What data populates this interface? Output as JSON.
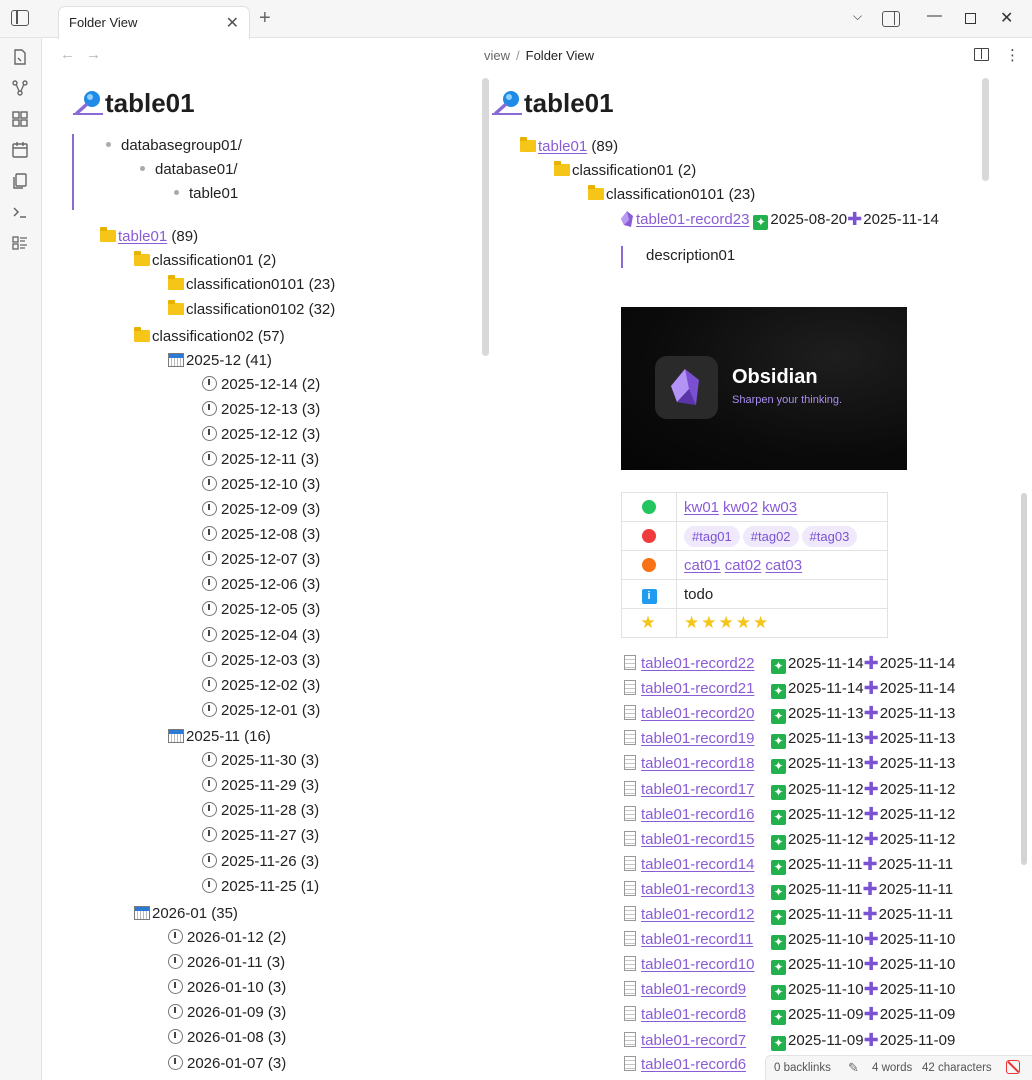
{
  "tab": {
    "title": "Folder View"
  },
  "breadcrumb": {
    "parent": "view",
    "current": "Folder View"
  },
  "left": {
    "heading": "table01",
    "path_list": [
      "databasegroup01/",
      "database01/",
      "table01"
    ],
    "tree": [
      {
        "type": "folder",
        "label": "table01",
        "count": "(89)",
        "link": true,
        "indent": 0
      },
      {
        "type": "folder",
        "label": "classification01",
        "count": "(2)",
        "indent": 1
      },
      {
        "type": "folder",
        "label": "classification0101",
        "count": "(23)",
        "indent": 2
      },
      {
        "type": "folder",
        "label": "classification0102",
        "count": "(32)",
        "indent": 2
      },
      {
        "type": "folder",
        "label": "classification02",
        "count": "(57)",
        "indent": 1
      },
      {
        "type": "calendar",
        "label": "2025-12",
        "count": "(41)",
        "indent": 2
      },
      {
        "type": "clock",
        "label": "2025-12-14",
        "count": "(2)",
        "indent": 3
      },
      {
        "type": "clock",
        "label": "2025-12-13",
        "count": "(3)",
        "indent": 3
      },
      {
        "type": "clock",
        "label": "2025-12-12",
        "count": "(3)",
        "indent": 3
      },
      {
        "type": "clock",
        "label": "2025-12-11",
        "count": "(3)",
        "indent": 3
      },
      {
        "type": "clock",
        "label": "2025-12-10",
        "count": "(3)",
        "indent": 3
      },
      {
        "type": "clock",
        "label": "2025-12-09",
        "count": "(3)",
        "indent": 3
      },
      {
        "type": "clock",
        "label": "2025-12-08",
        "count": "(3)",
        "indent": 3
      },
      {
        "type": "clock",
        "label": "2025-12-07",
        "count": "(3)",
        "indent": 3
      },
      {
        "type": "clock",
        "label": "2025-12-06",
        "count": "(3)",
        "indent": 3
      },
      {
        "type": "clock",
        "label": "2025-12-05",
        "count": "(3)",
        "indent": 3
      },
      {
        "type": "clock",
        "label": "2025-12-04",
        "count": "(3)",
        "indent": 3
      },
      {
        "type": "clock",
        "label": "2025-12-03",
        "count": "(3)",
        "indent": 3
      },
      {
        "type": "clock",
        "label": "2025-12-02",
        "count": "(3)",
        "indent": 3
      },
      {
        "type": "clock",
        "label": "2025-12-01",
        "count": "(3)",
        "indent": 3
      },
      {
        "type": "calendar",
        "label": "2025-11",
        "count": "(16)",
        "indent": 2
      },
      {
        "type": "clock",
        "label": "2025-11-30",
        "count": "(3)",
        "indent": 3
      },
      {
        "type": "clock",
        "label": "2025-11-29",
        "count": "(3)",
        "indent": 3
      },
      {
        "type": "clock",
        "label": "2025-11-28",
        "count": "(3)",
        "indent": 3
      },
      {
        "type": "clock",
        "label": "2025-11-27",
        "count": "(3)",
        "indent": 3
      },
      {
        "type": "clock",
        "label": "2025-11-26",
        "count": "(3)",
        "indent": 3
      },
      {
        "type": "clock",
        "label": "2025-11-25",
        "count": "(1)",
        "indent": 3
      },
      {
        "type": "calendar",
        "label": "2026-01",
        "count": "(35)",
        "indent": 1
      },
      {
        "type": "clock",
        "label": "2026-01-12",
        "count": "(2)",
        "indent": 2
      },
      {
        "type": "clock",
        "label": "2026-01-11",
        "count": "(3)",
        "indent": 2
      },
      {
        "type": "clock",
        "label": "2026-01-10",
        "count": "(3)",
        "indent": 2
      },
      {
        "type": "clock",
        "label": "2026-01-09",
        "count": "(3)",
        "indent": 2
      },
      {
        "type": "clock",
        "label": "2026-01-08",
        "count": "(3)",
        "indent": 2
      },
      {
        "type": "clock",
        "label": "2026-01-07",
        "count": "(3)",
        "indent": 2
      }
    ]
  },
  "right": {
    "heading": "table01",
    "tree": [
      {
        "label": "table01",
        "count": "(89)",
        "link": true,
        "indent": 0
      },
      {
        "label": "classification01",
        "count": "(2)",
        "indent": 1
      },
      {
        "label": "classification0101",
        "count": "(23)",
        "indent": 2
      }
    ],
    "featured": {
      "name": "table01-record23",
      "created": "2025-08-20",
      "modified": "2025-11-14"
    },
    "description": "description01",
    "banner": {
      "title": "Obsidian",
      "subtitle": "Sharpen your thinking."
    },
    "properties": {
      "keywords": [
        "kw01",
        "kw02",
        "kw03"
      ],
      "tags": [
        "#tag01",
        "#tag02",
        "#tag03"
      ],
      "categories": [
        "cat01",
        "cat02",
        "cat03"
      ],
      "status": "todo",
      "rating": 5,
      "colors": {
        "green": "#22c55e",
        "red": "#ef3b3b",
        "orange": "#f97316",
        "info": "#1f9cf0",
        "star": "#f5c518"
      }
    },
    "records": [
      {
        "name": "table01-record22",
        "created": "2025-11-14",
        "modified": "2025-11-14"
      },
      {
        "name": "table01-record21",
        "created": "2025-11-14",
        "modified": "2025-11-14"
      },
      {
        "name": "table01-record20",
        "created": "2025-11-13",
        "modified": "2025-11-13"
      },
      {
        "name": "table01-record19",
        "created": "2025-11-13",
        "modified": "2025-11-13"
      },
      {
        "name": "table01-record18",
        "created": "2025-11-13",
        "modified": "2025-11-13"
      },
      {
        "name": "table01-record17",
        "created": "2025-11-12",
        "modified": "2025-11-12"
      },
      {
        "name": "table01-record16",
        "created": "2025-11-12",
        "modified": "2025-11-12"
      },
      {
        "name": "table01-record15",
        "created": "2025-11-12",
        "modified": "2025-11-12"
      },
      {
        "name": "table01-record14",
        "created": "2025-11-11",
        "modified": "2025-11-11"
      },
      {
        "name": "table01-record13",
        "created": "2025-11-11",
        "modified": "2025-11-11"
      },
      {
        "name": "table01-record12",
        "created": "2025-11-11",
        "modified": "2025-11-11"
      },
      {
        "name": "table01-record11",
        "created": "2025-11-10",
        "modified": "2025-11-10"
      },
      {
        "name": "table01-record10",
        "created": "2025-11-10",
        "modified": "2025-11-10"
      },
      {
        "name": "table01-record9",
        "created": "2025-11-10",
        "modified": "2025-11-10"
      },
      {
        "name": "table01-record8",
        "created": "2025-11-09",
        "modified": "2025-11-09"
      },
      {
        "name": "table01-record7",
        "created": "2025-11-09",
        "modified": "2025-11-09"
      },
      {
        "name": "table01-record6",
        "created": "",
        "modified": ""
      }
    ]
  },
  "status": {
    "backlinks": "0 backlinks",
    "words": "4 words",
    "characters": "42 characters"
  },
  "ribbon_icons": [
    "open-quick-switcher-icon",
    "graph-view-icon",
    "canvas-icon",
    "daily-note-icon",
    "templates-icon",
    "command-palette-icon",
    "bases-icon"
  ]
}
